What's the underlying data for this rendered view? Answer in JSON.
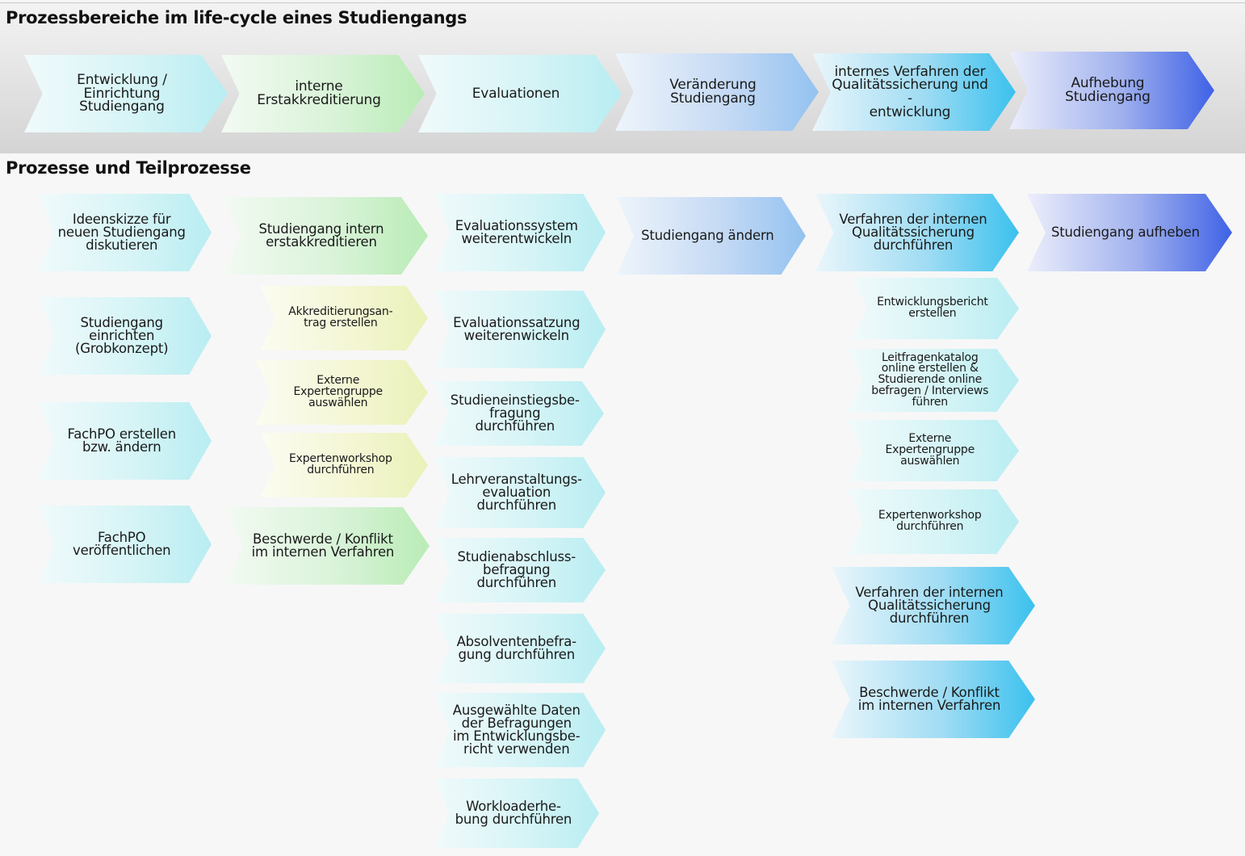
{
  "lifecycle": {
    "title": "Prozessbereiche im life-cycle eines Studiengangs",
    "stages": [
      {
        "label": "Entwicklung /\nEinrichtung\nStudiengang"
      },
      {
        "label": "interne\nErstakkreditierung"
      },
      {
        "label": "Evaluationen"
      },
      {
        "label": "Veränderung\nStudiengang"
      },
      {
        "label": "internes Verfahren der\nQualitätssicherung und -\nentwicklung"
      },
      {
        "label": "Aufhebung\nStudiengang"
      }
    ]
  },
  "processes": {
    "title": "Prozesse und Teilprozesse",
    "col1": [
      {
        "label": "Ideenskizze für\nneuen Studiengang\ndiskutieren"
      },
      {
        "label": "Studiengang\neinrichten\n(Grobkonzept)"
      },
      {
        "label": "FachPO erstellen\nbzw. ändern"
      },
      {
        "label": "FachPO\nveröffentlichen"
      }
    ],
    "col2": [
      {
        "label": "Studiengang intern\nerstakkreditieren"
      },
      {
        "label": "Akkreditierungsan-\ntrag erstellen"
      },
      {
        "label": "Externe\nExpertengruppe\nauswählen"
      },
      {
        "label": "Expertenworkshop\ndurchführen"
      },
      {
        "label": "Beschwerde / Konflikt\nim internen Verfahren"
      }
    ],
    "col3": [
      {
        "label": "Evaluationssystem\nweiterentwickeln"
      },
      {
        "label": "Evaluationssatzung\nweiterenwickeln"
      },
      {
        "label": "Studieneinstiegsbe-\nfragung\ndurchführen"
      },
      {
        "label": "Lehrveranstaltungs-\nevaluation\ndurchführen"
      },
      {
        "label": "Studienabschluss-\nbefragung\ndurchführen"
      },
      {
        "label": "Absolventenbefra-\ngung durchführen"
      },
      {
        "label": "Ausgewählte Daten\nder Befragungen\nim Entwicklungsbe-\nricht verwenden"
      },
      {
        "label": "Workloaderhe-\nbung durchführen"
      }
    ],
    "col4": [
      {
        "label": "Studiengang ändern"
      }
    ],
    "col5": [
      {
        "label": "Verfahren der internen\nQualitätssicherung\ndurchführen"
      },
      {
        "label": "Entwicklungsbericht\nerstellen"
      },
      {
        "label": "Leitfragenkatalog\nonline erstellen &\nStudierende online\nbefragen / Interviews\nführen"
      },
      {
        "label": "Externe\nExpertengruppe\nauswählen"
      },
      {
        "label": "Expertenworkshop\ndurchführen"
      },
      {
        "label": "Verfahren der internen\nQualitätssicherung\ndurchführen"
      },
      {
        "label": "Beschwerde / Konflikt\nim internen Verfahren"
      }
    ],
    "col6": [
      {
        "label": "Studiengang aufheben"
      }
    ]
  },
  "colors": {
    "cyan": "#b8edf2",
    "green": "#b9ecb6",
    "yellow": "#eaf1b8",
    "blue": "#93c2f0",
    "sky": "#3bc1ee",
    "royal": "#3f62e6"
  }
}
